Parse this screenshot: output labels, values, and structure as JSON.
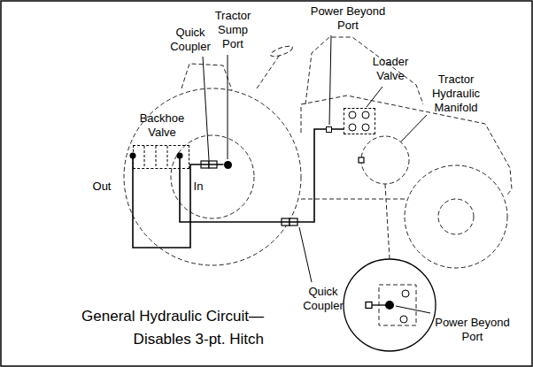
{
  "diagram": {
    "caption": "General Hydraulic Circuit— Disables 3-pt. Hitch",
    "nodes": [
      {
        "text": [
          "Backhoe Valve"
        ]
      },
      {
        "text": [
          "Tractor Sump Port"
        ]
      },
      {
        "text": [
          "Power Beyond Port"
        ]
      },
      {
        "text": [
          "Loader Valve"
        ]
      }
    ],
    "edges": [
      {
        "from": 0,
        "to": 1,
        "arrow": "none"
      },
      {
        "from": 2,
        "to": 0,
        "arrow": "none"
      }
    ],
    "labels": [
      "Quick Coupler",
      "Tractor Hydraulic Manifold",
      "Out",
      "In",
      "Quick Coupler",
      "Power Beyond Port"
    ]
  }
}
